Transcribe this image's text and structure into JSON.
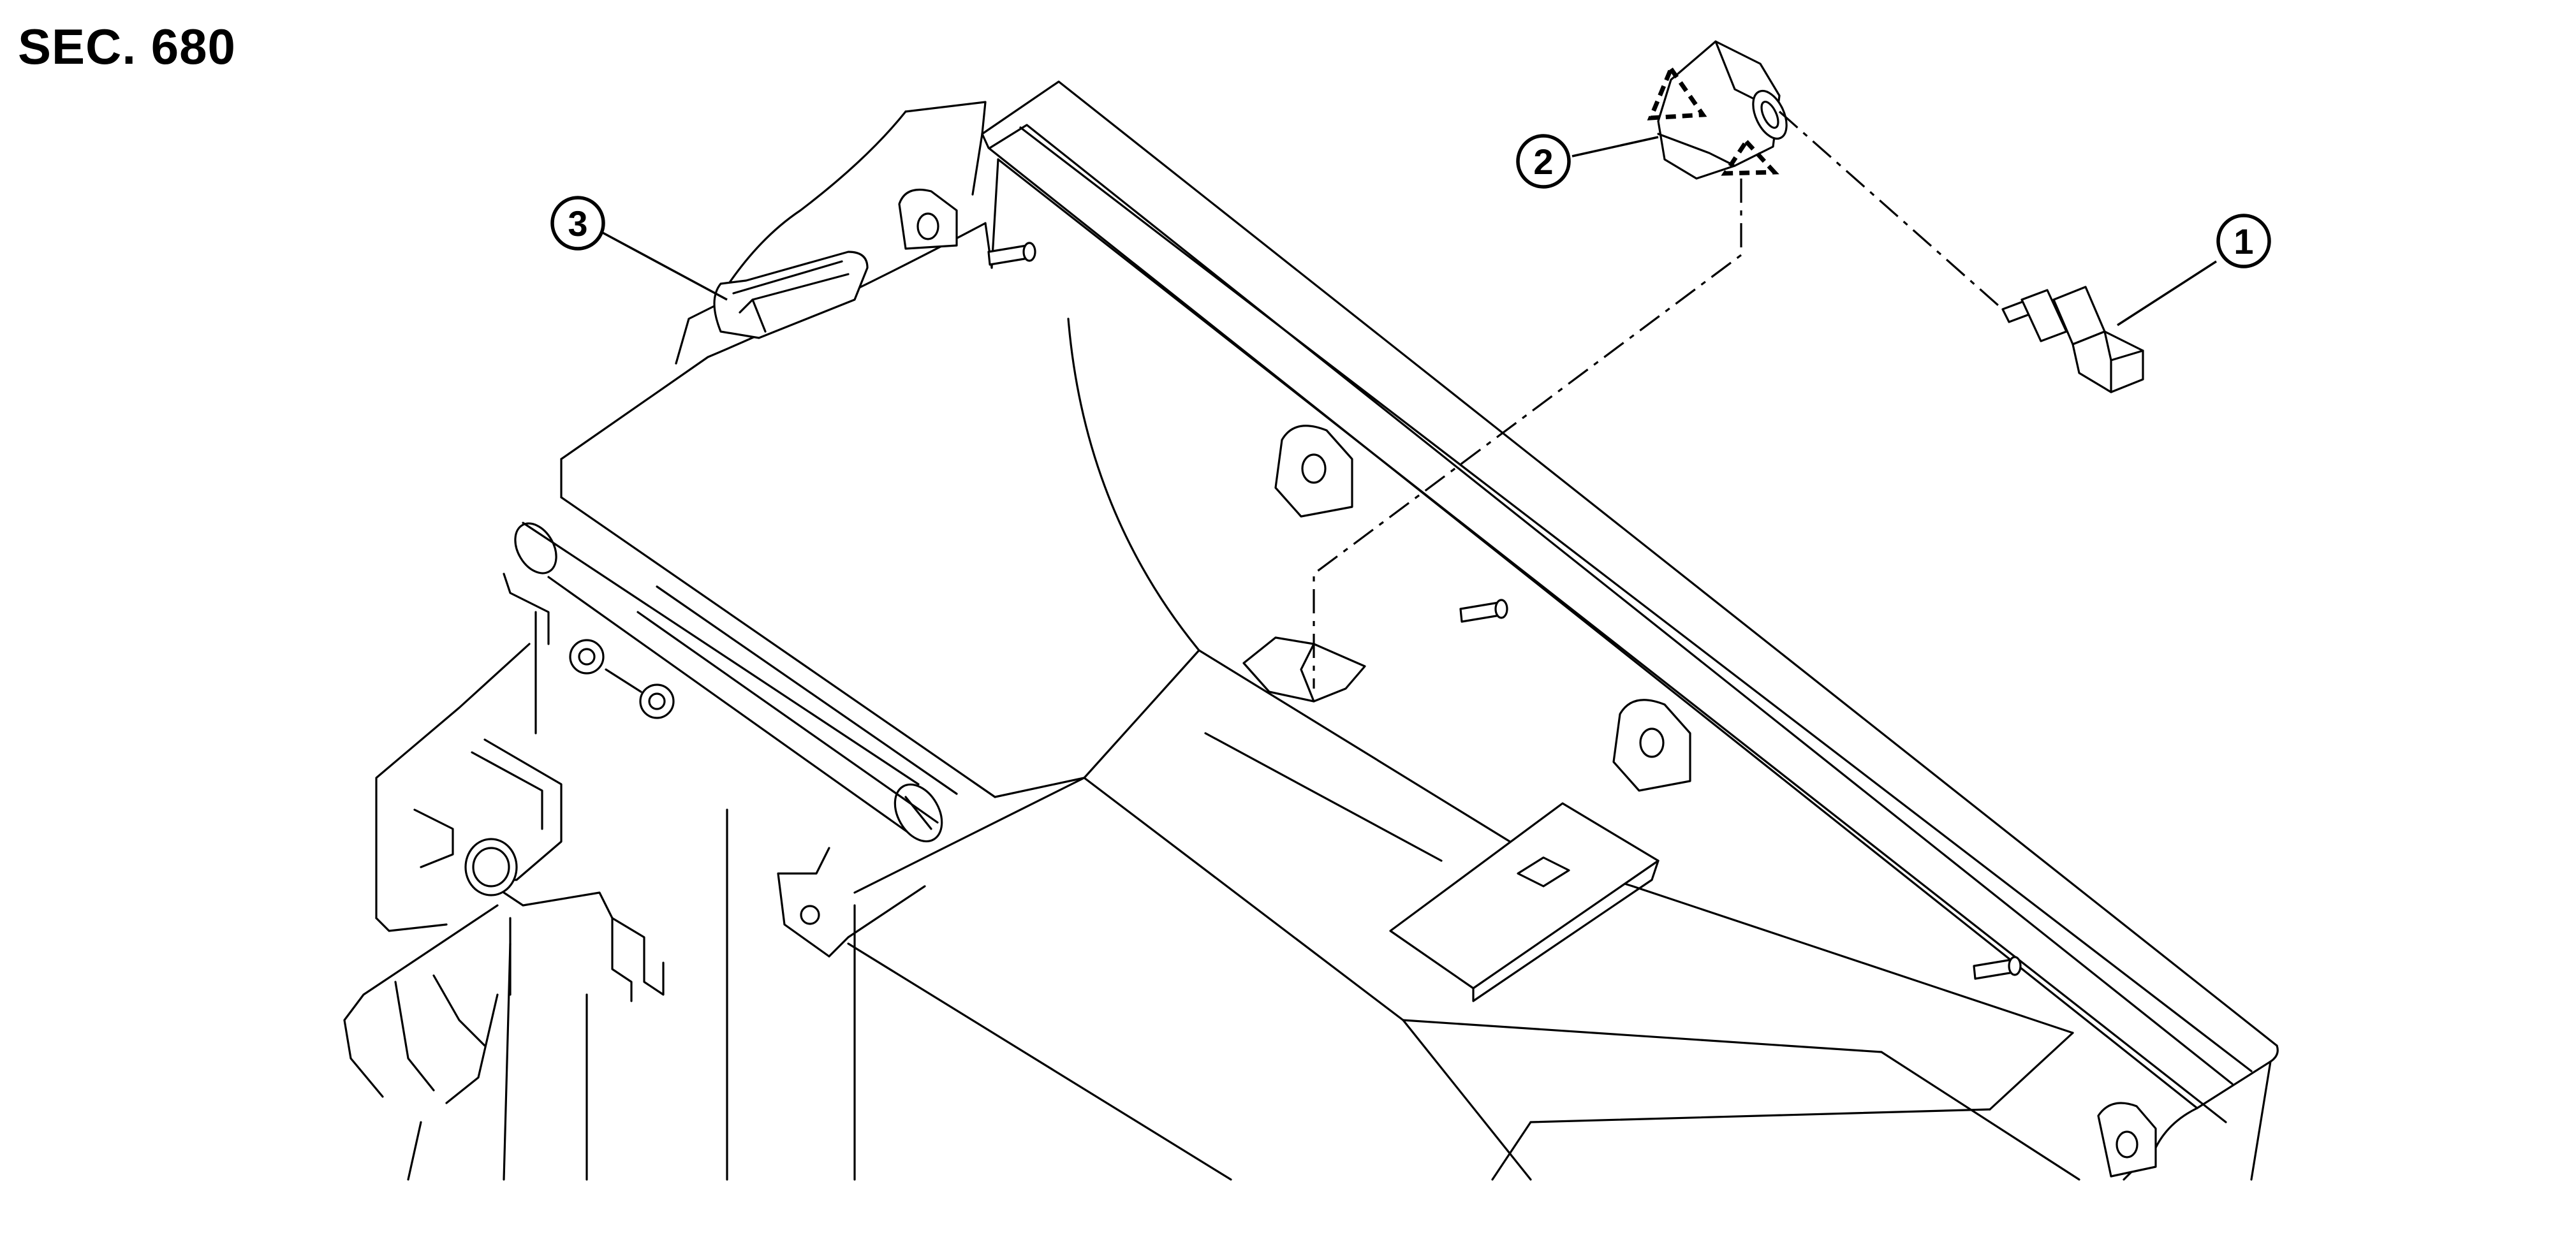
{
  "section": "SEC. 680",
  "callouts": [
    {
      "id": "callout-1",
      "text": "1"
    },
    {
      "id": "callout-2",
      "text": "2"
    },
    {
      "id": "callout-3",
      "text": "3"
    }
  ]
}
